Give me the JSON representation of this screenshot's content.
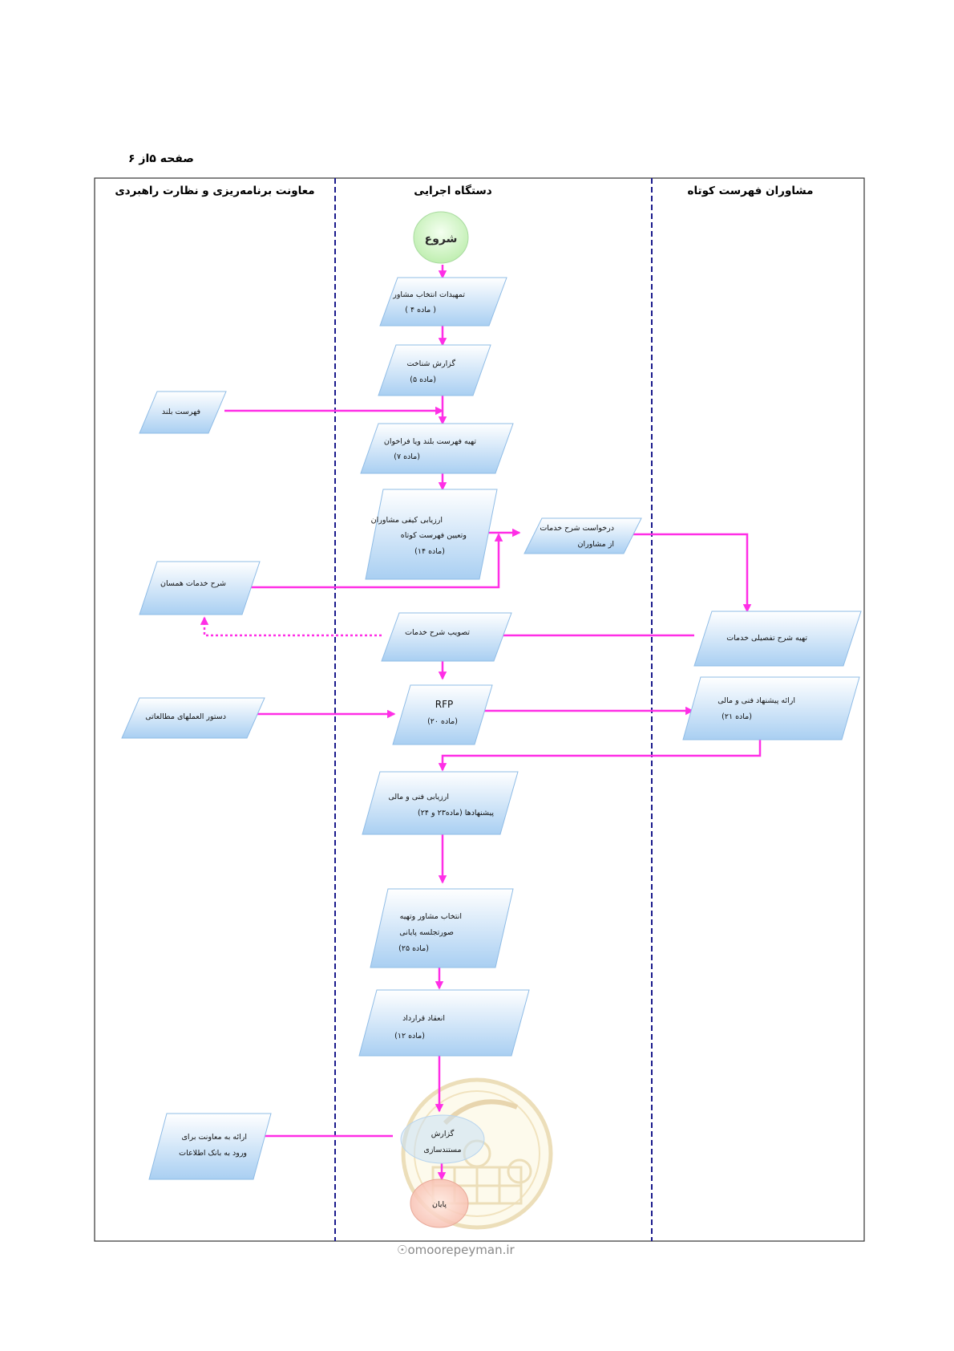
{
  "page_number": "صفحه ۵از ۶",
  "lanes": {
    "left": "معاونت برنامه‌ریزی و نظارت راهبردی",
    "middle": "دستگاه اجرایی",
    "right": "مشاوران فهرست کوتاه"
  },
  "nodes": {
    "start": "شروع",
    "n1": [
      "تمهیدات انتخاب مشاور",
      "( ماده ۴ )"
    ],
    "n2": [
      "گزارش شناخت",
      "(ماده ۵)"
    ],
    "long_list": "فهرست بلند",
    "n3": [
      "تهیه فهرست بلند ویا فراخوان",
      "(ماده ۷)"
    ],
    "n4": [
      "ارزیابی کیفی مشاوران",
      "وتعیین فهرست کوتاه",
      "(ماده ۱۴)"
    ],
    "request_tor": [
      "درخواست شرح خدمات",
      "از مشاوران"
    ],
    "peer_tor": "شرح خدمات همسان",
    "detailed_tor": "تهیه شرح تفصیلی خدمات",
    "tor_approval": "تصویب شرح خدمات",
    "study_manual": "دستور العملهای مطالعاتی",
    "rfp": [
      "RFP",
      "(ماده ۲۰)"
    ],
    "proposal": [
      "ارائه پیشنهاد فنی و مالی",
      "(ماده ۲۱)"
    ],
    "eval": [
      "ارزیابی فنی و مالی",
      "پیشنهادها (ماده۲۳ و ۲۴)"
    ],
    "select": [
      "انتخاب مشاور وتهیه",
      "صورتجلسه پایانی",
      "(ماده ۲۵)"
    ],
    "contract": [
      "انعقاد قرارداد",
      "(ماده ۱۲)"
    ],
    "doc_report": [
      "گزارش",
      "مستندسازی"
    ],
    "to_deputy": [
      "ارائه به معاونت  برای",
      "ورود به بانک اطلاعات"
    ],
    "end": "پایان"
  },
  "watermark": {
    "site": "omoorepeyman.ir"
  },
  "colors": {
    "arrow": "#ff2ee6",
    "lane_divider": "#1a1a8c",
    "shape_fill_top": "#ffffff",
    "shape_fill_bottom": "#a9cff2",
    "start_fill": "#c8f0bd"
  }
}
